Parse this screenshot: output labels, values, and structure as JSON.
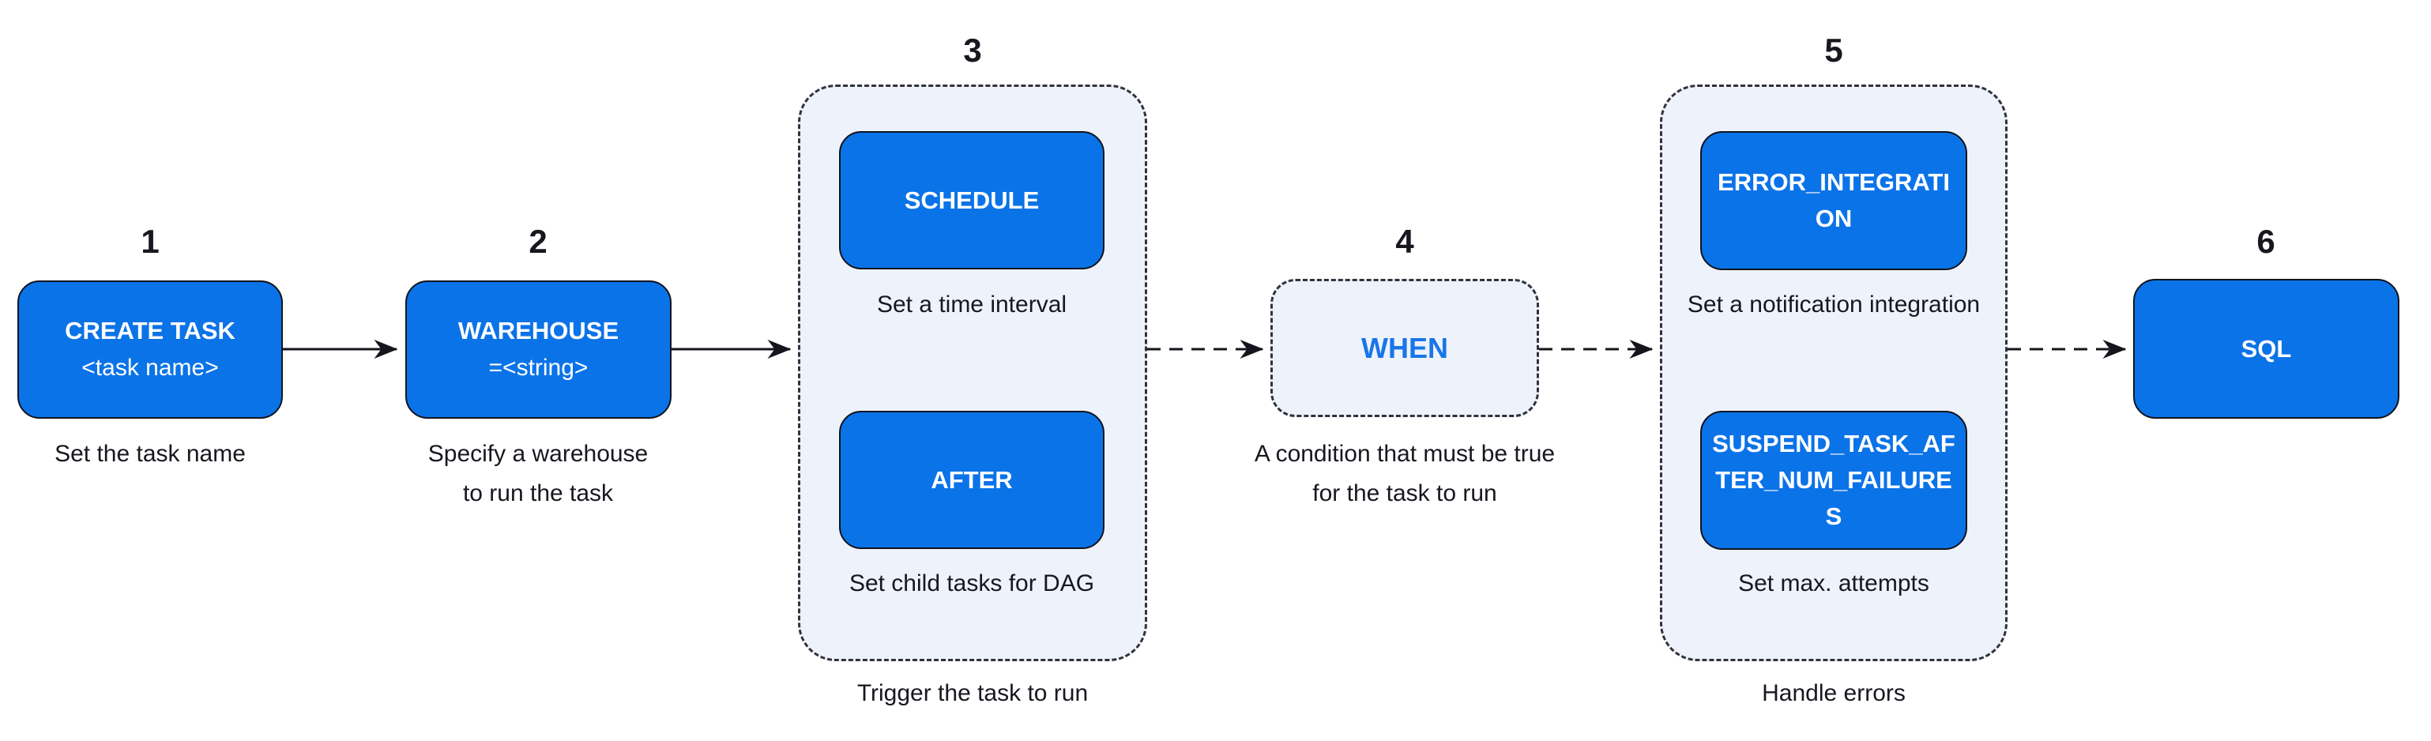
{
  "colors": {
    "accent": "#0b73e8",
    "panel": "#eef2fb",
    "ink": "#17171f",
    "when_text": "#1876e8",
    "node_text": "#ffffff",
    "line": "#15151d"
  },
  "steps": [
    {
      "number": "1",
      "label": "CREATE TASK",
      "sublabel": "<task name>",
      "caption": "Set the task name"
    },
    {
      "number": "2",
      "label": "WAREHOUSE",
      "sublabel": "=<string>",
      "caption": "Specify a warehouse to run the task"
    },
    {
      "number": "3",
      "caption": "Trigger the task to run",
      "children": [
        {
          "label": "SCHEDULE",
          "caption": "Set a time interval"
        },
        {
          "label": "AFTER",
          "caption": "Set child tasks for DAG"
        }
      ]
    },
    {
      "number": "4",
      "label": "WHEN",
      "caption": "A condition that must be true for the task to run"
    },
    {
      "number": "5",
      "caption": "Handle errors",
      "children": [
        {
          "label": "ERROR_INTEGRATION",
          "caption": "Set a notification integration"
        },
        {
          "label": "SUSPEND_TASK_AFTER_NUM_FAILURES",
          "caption": "Set max. attempts"
        }
      ]
    },
    {
      "number": "6",
      "label": "SQL"
    }
  ]
}
